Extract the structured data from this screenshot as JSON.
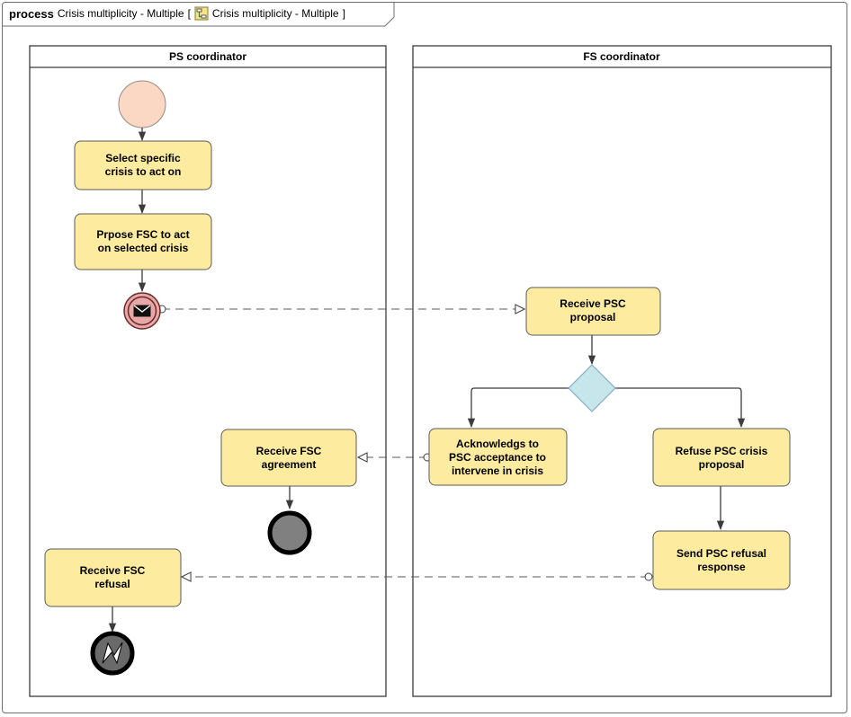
{
  "diagram": {
    "keyword": "process",
    "name": "Crisis multiplicity - Multiple",
    "bracket_open": "[",
    "ref_name": "Crisis multiplicity - Multiple",
    "bracket_close": "]"
  },
  "lanes": {
    "left": "PS coordinator",
    "right": "FS coordinator"
  },
  "tasks": {
    "select": [
      "Select specific",
      "crisis to act on"
    ],
    "propose": [
      "Prpose FSC to act",
      "on selected crisis"
    ],
    "receive_proposal": [
      "Receive PSC",
      "proposal"
    ],
    "acknowledge": [
      "Acknowledgs to",
      "PSC acceptance to",
      "intervene in crisis"
    ],
    "refuse": [
      "Refuse PSC crisis",
      "proposal"
    ],
    "receive_agreement": [
      "Receive FSC",
      "agreement"
    ],
    "send_refusal": [
      "Send PSC refusal",
      "response"
    ],
    "receive_refusal": [
      "Receive FSC",
      "refusal"
    ]
  },
  "colors": {
    "task_fill": "#fdeba0",
    "task_stroke": "#5a5a5a",
    "start_fill": "#fbd8c4",
    "gateway_fill": "#c6e6ec",
    "message_event_fill": "#e8a8a8",
    "end_fill": "#808080",
    "lane_stroke": "#3c3c3c"
  },
  "icons": [
    "envelope-icon",
    "lightning-icon",
    "diagram-ref-icon"
  ]
}
